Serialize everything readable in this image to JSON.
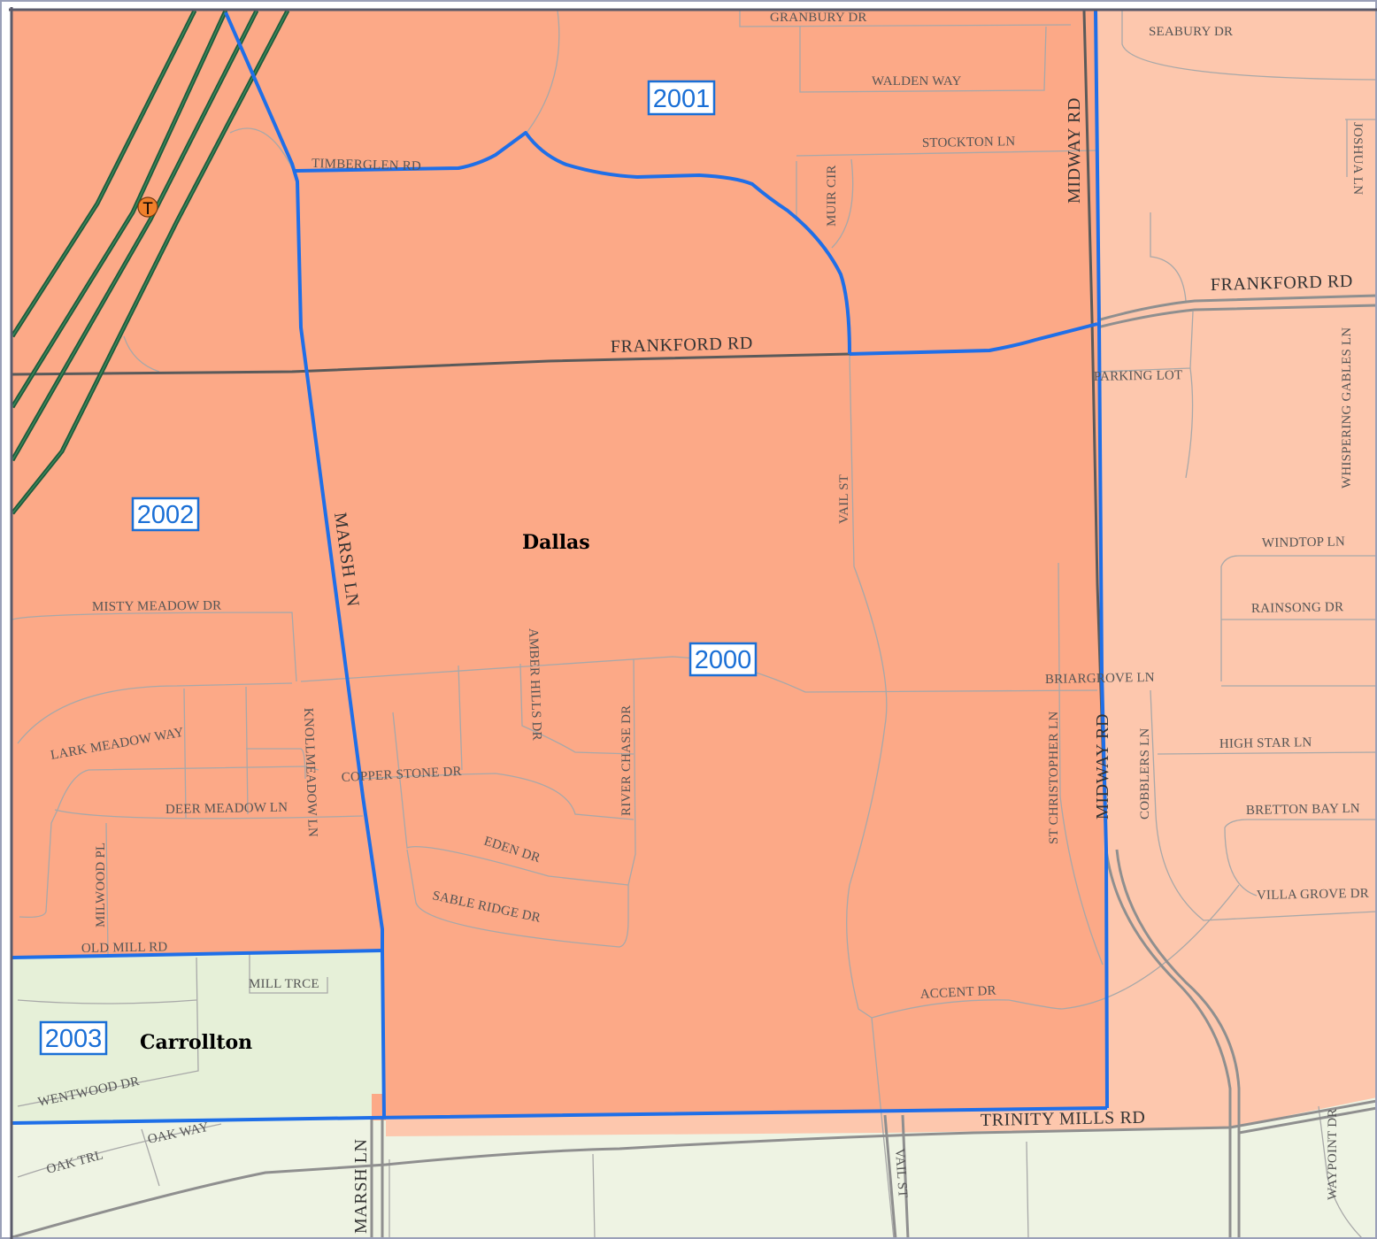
{
  "colors": {
    "dallas_fill": "#fca987",
    "dallas_light_fill": "#fdc7ad",
    "carrollton_fill": "#e6f0d8",
    "carrollton_light_fill": "#eef3e3",
    "boundary": "#1f6fe8"
  },
  "cities": {
    "dallas": "Dallas",
    "carrollton": "Carrollton"
  },
  "districts": {
    "d2000": "2000",
    "d2001": "2001",
    "d2002": "2002",
    "d2003": "2003"
  },
  "transit_marker": {
    "label": "T",
    "color": "#f07f2a"
  },
  "streets": {
    "granbury_dr": "GRANBURY DR",
    "seabury_dr": "SEABURY DR",
    "walden_way": "WALDEN WAY",
    "timberglen_rd": "TIMBERGLEN RD",
    "stockton_ln": "STOCKTON LN",
    "muir_cir": "MUIR CIR",
    "midway_rd_north": "MIDWAY RD",
    "joshua_ln": "JOSHUA LN",
    "frankford_rd_east": "FRANKFORD RD",
    "frankford_rd": "FRANKFORD RD",
    "parking_lot": "PARKING LOT",
    "whispering_gables_ln": "WHISPERING GABLES LN",
    "vail_st_north": "VAIL ST",
    "marsh_ln_north": "MARSH LN",
    "windtop_ln": "WINDTOP LN",
    "rainsong_dr": "RAINSONG DR",
    "misty_meadow_dr": "MISTY MEADOW DR",
    "amber_hills_dr": "AMBER HILLS DR",
    "briargrove_ln": "BRIARGROVE LN",
    "lark_meadow_way": "LARK MEADOW WAY",
    "knollmeadow_ln": "KNOLLMEADOW LN",
    "river_chase_dr": "RIVER CHASE DR",
    "st_christopher_ln": "ST CHRISTOPHER LN",
    "midway_rd_south": "MIDWAY RD",
    "cobblers_ln": "COBBLERS LN",
    "high_star_ln": "HIGH STAR LN",
    "copper_stone_dr": "COPPER STONE DR",
    "deer_meadow_ln": "DEER MEADOW LN",
    "bretton_bay_ln": "BRETTON BAY LN",
    "eden_dr": "EDEN DR",
    "milwood_pl": "MILWOOD PL",
    "villa_grove_dr": "VILLA GROVE DR",
    "sable_ridge_dr": "SABLE RIDGE DR",
    "old_mill_rd": "OLD MILL RD",
    "accent_dr": "ACCENT DR",
    "mill_trce": "MILL TRCE",
    "wentwood_dr": "WENTWOOD DR",
    "trinity_mills_rd": "TRINITY MILLS RD",
    "oak_way": "OAK WAY",
    "oak_trl": "OAK TRL",
    "marsh_ln_south": "MARSH LN",
    "vail_st_south": "VAIL ST",
    "waypoint_dr": "WAYPOINT DR"
  }
}
